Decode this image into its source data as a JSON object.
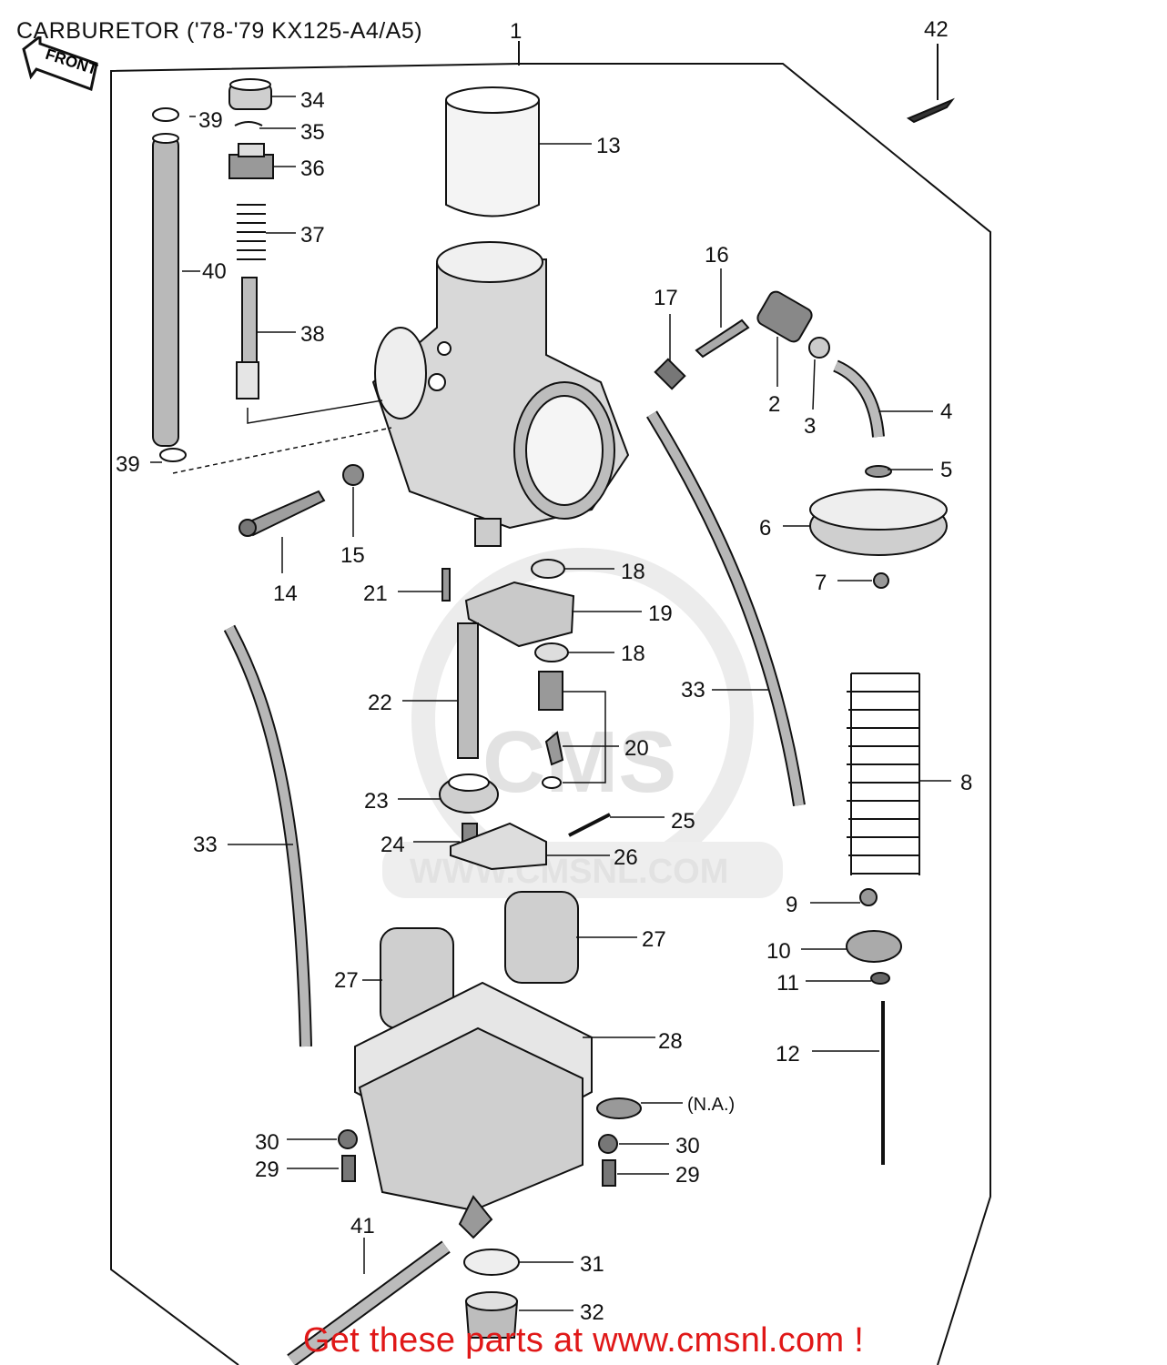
{
  "title": "CARBURETOR ('78-'79 KX125-A4/A5)",
  "front_label": "FRONT",
  "watermark": {
    "brand": "CMS",
    "url": "WWW.CMSNL.COM"
  },
  "callouts": {
    "c1": "1",
    "c2": "2",
    "c3": "3",
    "c4": "4",
    "c5": "5",
    "c6": "6",
    "c7": "7",
    "c8": "8",
    "c9": "9",
    "c10": "10",
    "c11": "11",
    "c12": "12",
    "c13": "13",
    "c14": "14",
    "c15": "15",
    "c16": "16",
    "c17": "17",
    "c18a": "18",
    "c18b": "18",
    "c19": "19",
    "c20": "20",
    "c21": "21",
    "c22": "22",
    "c23": "23",
    "c24": "24",
    "c25": "25",
    "c26": "26",
    "c27a": "27",
    "c27b": "27",
    "c28": "28",
    "c29a": "29",
    "c29b": "29",
    "c30a": "30",
    "c30b": "30",
    "c31": "31",
    "c32": "32",
    "c33a": "33",
    "c33b": "33",
    "c34": "34",
    "c35": "35",
    "c36": "36",
    "c37": "37",
    "c38": "38",
    "c39a": "39",
    "c39b": "39",
    "c40": "40",
    "c41": "41",
    "c42": "42",
    "na": "(N.A.)"
  },
  "footer": "Get these parts at www.cmsnl.com !"
}
